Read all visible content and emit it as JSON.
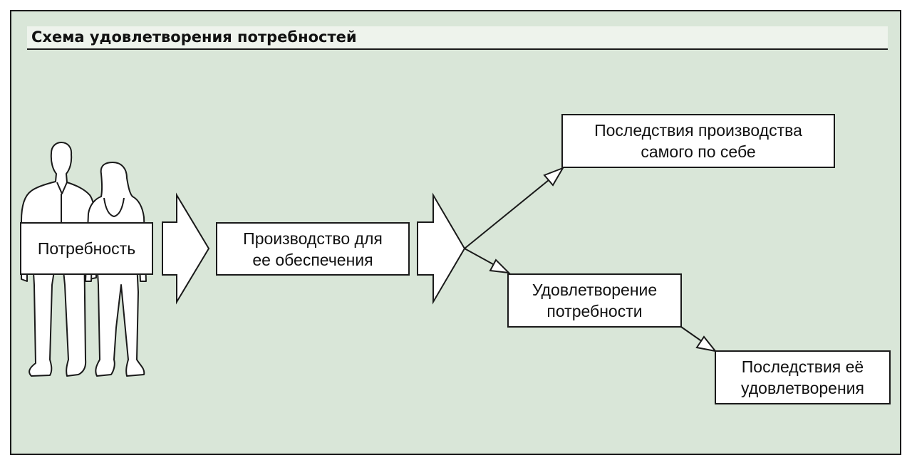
{
  "title": "Схема удовлетворения потребностей",
  "nodes": {
    "need": "Потребность",
    "production": "Производство для\nее обеспечения",
    "production_consequences": "Последствия производства\nсамого по себе",
    "satisfaction": "Удовлетворение\nпотребности",
    "satisfaction_consequences": "Последствия её\nудовлетворения"
  },
  "edges": [
    {
      "from": "need",
      "to": "production"
    },
    {
      "from": "production",
      "to": "production_consequences"
    },
    {
      "from": "production",
      "to": "satisfaction"
    },
    {
      "from": "satisfaction",
      "to": "satisfaction_consequences"
    }
  ]
}
